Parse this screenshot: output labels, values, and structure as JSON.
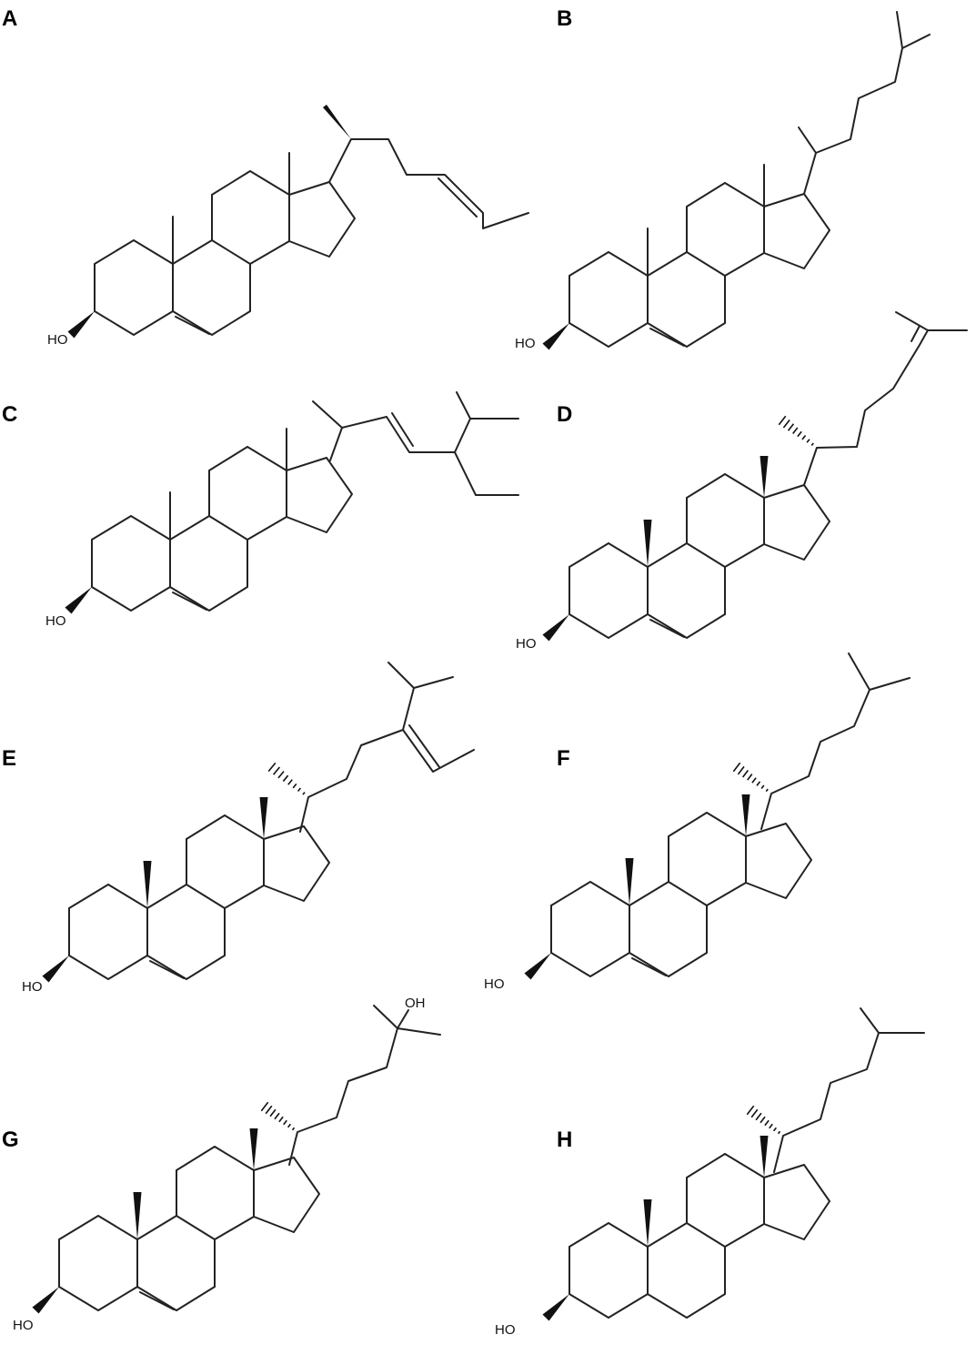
{
  "figure": {
    "panels": [
      {
        "letter": "A",
        "hydroxyl": "HO"
      },
      {
        "letter": "B",
        "hydroxyl": "HO"
      },
      {
        "letter": "C",
        "hydroxyl": "HO"
      },
      {
        "letter": "D",
        "hydroxyl": "HO"
      },
      {
        "letter": "E",
        "hydroxyl": "HO"
      },
      {
        "letter": "F",
        "hydroxyl": "HO"
      },
      {
        "letter": "G",
        "hydroxyl": "HO",
        "side_chain_hydroxyl": "OH"
      },
      {
        "letter": "H",
        "hydroxyl": "HO"
      }
    ]
  }
}
